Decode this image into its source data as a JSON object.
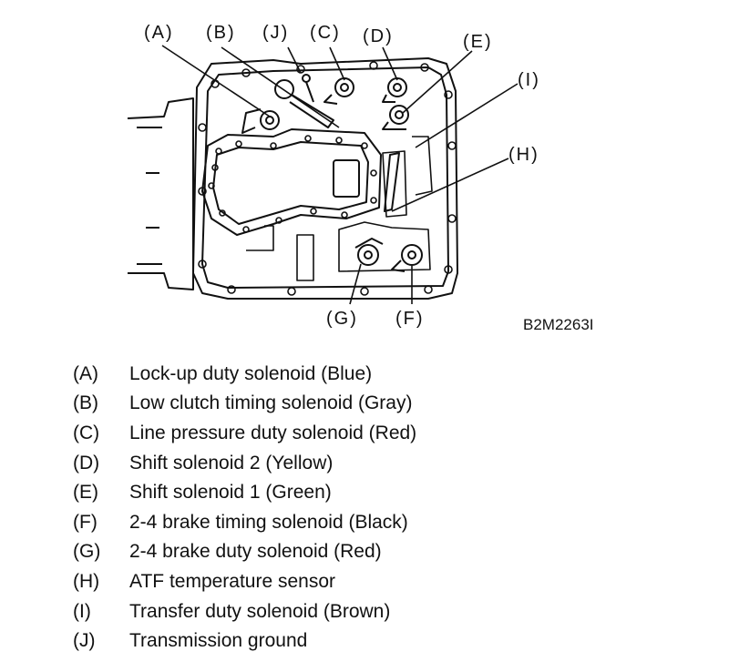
{
  "figure": {
    "code": "B2M2263I",
    "callouts": {
      "a": "(A)",
      "b": "(B)",
      "j": "(J)",
      "c": "(C)",
      "d": "(D)",
      "e": "(E)",
      "i": "(I)",
      "h": "(H)",
      "g": "(G)",
      "f": "(F)"
    }
  },
  "legend": [
    {
      "key": "(A)",
      "description": "Lock-up duty solenoid (Blue)"
    },
    {
      "key": "(B)",
      "description": "Low clutch timing solenoid (Gray)"
    },
    {
      "key": "(C)",
      "description": "Line pressure duty solenoid (Red)"
    },
    {
      "key": "(D)",
      "description": "Shift solenoid 2 (Yellow)"
    },
    {
      "key": "(E)",
      "description": "Shift solenoid 1 (Green)"
    },
    {
      "key": "(F)",
      "description": "2-4 brake timing solenoid (Black)"
    },
    {
      "key": "(G)",
      "description": "2-4 brake duty solenoid (Red)"
    },
    {
      "key": "(H)",
      "description": "ATF temperature sensor"
    },
    {
      "key": "(I)",
      "description": "Transfer duty solenoid (Brown)"
    },
    {
      "key": "(J)",
      "description": "Transmission ground"
    }
  ]
}
